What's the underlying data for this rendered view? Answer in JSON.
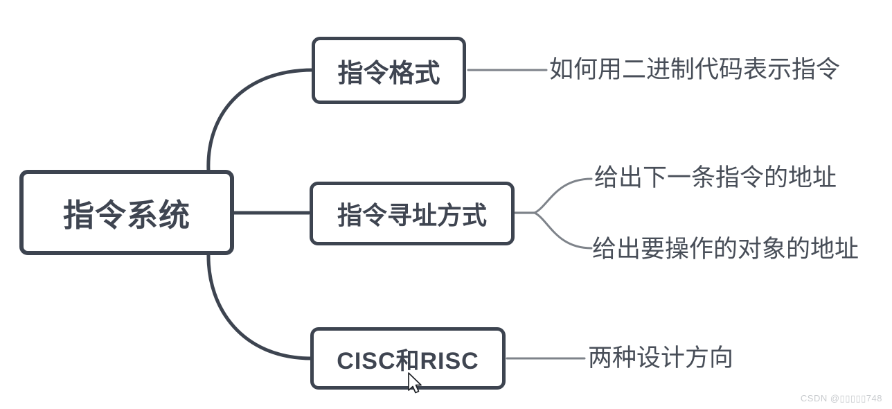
{
  "diagram": {
    "root": {
      "label": "指令系统"
    },
    "branches": [
      {
        "label": "指令格式",
        "leaves": [
          "如何用二进制代码表示指令"
        ]
      },
      {
        "label": "指令寻址方式",
        "leaves": [
          "给出下一条指令的地址",
          "给出要操作的对象的地址"
        ]
      },
      {
        "label": "CISC和RISC",
        "leaves": [
          "两种设计方向"
        ]
      }
    ]
  },
  "watermark": {
    "text": "CSDN @▯▯▯▯▯748"
  },
  "colors": {
    "background": "#ffffff",
    "node_border": "#3d4450",
    "node_text": "#3f4551",
    "branch_line": "#3d4450",
    "leaf_line": "#7e838a",
    "leaf_text": "#484e58",
    "watermark": "#c9cccf"
  }
}
